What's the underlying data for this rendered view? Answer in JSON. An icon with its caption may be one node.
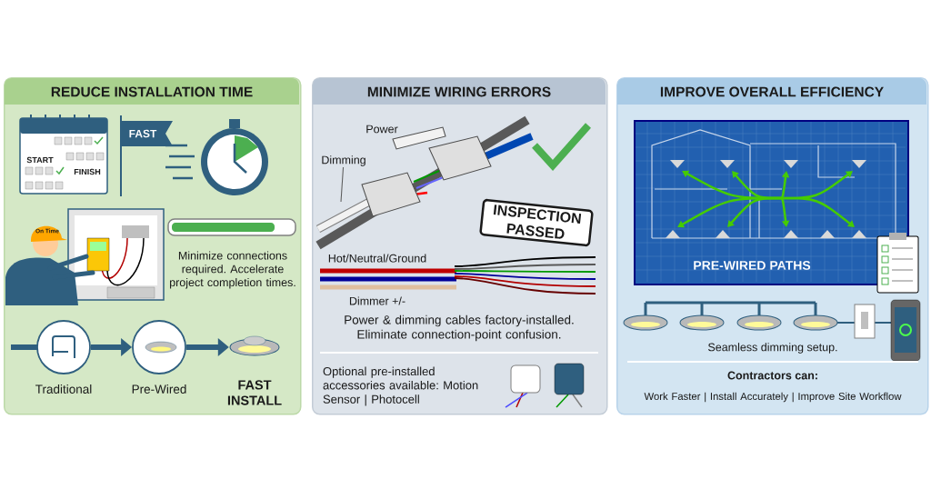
{
  "diagram": {
    "nodes": [
      {
        "text": [
          "REDUCE INSTALLATION TIME"
        ]
      },
      {
        "text": [],
        "shape": "circle",
        "beside": [
          "Traditional"
        ],
        "in": 0
      },
      {
        "text": [],
        "shape": "circle",
        "beside": [
          "Pre-Wired"
        ],
        "in": 0
      },
      {
        "text": [],
        "shape": "picture",
        "beside": [
          "FAST INSTALL"
        ],
        "in": 0
      },
      {
        "text": [
          "MINIMIZE WIRING ERRORS"
        ]
      },
      {
        "text": [
          "Dimming"
        ],
        "in": 4
      },
      {
        "text": [
          "INSPECTION PASSED"
        ],
        "in": 4
      },
      {
        "text": [
          "IMPROVE OVERALL EFFICIENCY"
        ]
      },
      {
        "text": [
          "PRE-WIRED PATHS"
        ],
        "in": 7
      }
    ],
    "edges": [
      {
        "from": 1,
        "to": 2,
        "arrow": "to"
      },
      {
        "from": 2,
        "to": 3,
        "arrow": "to"
      },
      {
        "from": 5,
        "to": null,
        "arrow": "none",
        "color": "#555555"
      }
    ],
    "labels": [
      "FAST",
      "START",
      "FINISH",
      "On Time",
      "Minimize connections required. Accelerate project completion times.",
      "Power",
      "Hot/Neutral/Ground",
      "Dimmer +/-",
      "Power & dimming cables factory-installed. Eliminate connection-point confusion.",
      "Optional pre-installed accessories available: Motion Sensor | Photocell",
      "Seamless dimming setup.",
      "Contractors can:",
      "Work Faster | Install Accurately | Improve Site Workflow"
    ]
  }
}
